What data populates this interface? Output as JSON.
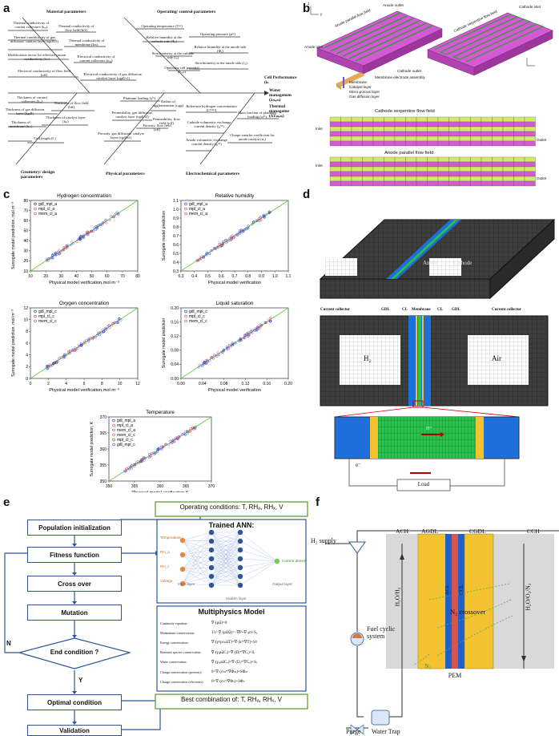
{
  "panel_labels": {
    "a": "a",
    "b": "b",
    "c": "c",
    "d": "d",
    "e": "e",
    "f": "f"
  },
  "fishbone": {
    "cat_material": "Material parameters",
    "cat_operating": "Operating/ control parameters",
    "cat_geometry": "Geometry/ design parameters",
    "cat_physical": "Physical parameters",
    "cat_electro": "Electrochemical parameters",
    "out_cell": "Cell Performance (iₙ",
    "out_water": "Water managemen (λₘₑₘ)",
    "out_thermal": "Thermal manageme (ΔTₘₑₘ)",
    "material": [
      "Thermal conductivity of current collectors (kₐₑ)",
      "Thermal conductivity of flow field (kff)",
      "Thermal conductivity of gas diffusion/ catalyst layer (kgdl/cl)",
      "Thermal conductivity of membrane (kₘ)",
      "Modification factor for effective proton conductivity (fₘ)",
      "Electrical conductivity of current collectors (σₐₑ)",
      "Electrical conductivity of flow field (σff)",
      "Electrical conductivity of gas diffusion/ catalyst layer (σgdl/cl)"
    ],
    "operating": [
      "Operating temperature (Tᵒᵖ)",
      "Operating pressure (pᵒᵖ)",
      "Relative humidity at the cathode side (Φₓ)",
      "Relative humidity at the anode side (Φₐ)",
      "Stoichiometry at the cathode side (ζₓ)",
      "Stoichiometry at the anode side (ζₐ)",
      "Operating cell potential (Eₓₑₗₗ)"
    ],
    "geometry": [
      "Thickness of current collectors (hₐₑ)",
      "Thickness of flow field (hff)",
      "Thickness of gas diffusion layer (hgdl)",
      "Thickness of catalyst layer (hₓₗ)",
      "Thickness of membrane (hₘ)",
      "Cell length (L)"
    ],
    "physical": [
      "Platinum loading (γᴾᵗ)",
      "Radius of agglomeration (rₐgg)",
      "Permeability, gas diffusion/ catalyst layer (κgdl/cl)",
      "Permeability, flow field (κff)",
      "Porosity, flow field (εff)",
      "Porosity, gas diffusion/ catalyst layer (εgdl/cl)"
    ],
    "electro": [
      "Reference hydrogen concentration (Cᴴ²ʳᵉᶠ)",
      "Cathode volumetric exchange current density (jₓʳᵉᶠ)",
      "Anode volumetric exchange current density (jₐʳᵉᶠ)",
      "Mass fraction of platinum loading (ωᴾᵗ)",
      "Charge transfer coefficient for anode catalyst (αₐ)"
    ]
  },
  "panel_b": {
    "anode_outlet": "Anode outlet",
    "cathode_inlet": "Cathode inlet",
    "anode_parallel": "Anode parallel flow field",
    "cathode_serpentine": "Cathode serpentine flow field",
    "anode_inlet": "Anode inlet",
    "cathode_outlet": "Cathode outlet",
    "mea": "Membrane electrode assembly",
    "layers": [
      "Membrane",
      "Catalyst layer",
      "Micro-porous layer",
      "Gas diffusion layer"
    ],
    "axis_y": "y",
    "axis_z": "z",
    "axis_x": "x",
    "grid1_title": "Cathode serpentine flow field",
    "grid2_title": "Anode parallel flow field",
    "inlet": "Inlet",
    "outlet": "Outlet"
  },
  "panel_c": {
    "charts": [
      {
        "title": "Hydrogen concentration",
        "xlabel": "Physical model verification,mol m⁻³",
        "ylabel": "Surrogate model prediction, mol m⁻³",
        "xticks": [
          "10",
          "20",
          "30",
          "40",
          "50",
          "60",
          "70",
          "80"
        ],
        "yticks": [
          "10",
          "20",
          "30",
          "40",
          "50",
          "60",
          "70",
          "80"
        ],
        "legend": [
          "gdl_mpl_a",
          "mpl_cl_a",
          "mem_cl_a"
        ]
      },
      {
        "title": "Relative humidity",
        "xlabel": "Physical model verification",
        "ylabel": "Surrogate model prediction",
        "xticks": [
          "0.3",
          "0.4",
          "0.5",
          "0.6",
          "0.7",
          "0.8",
          "0.9",
          "1.0",
          "1.1"
        ],
        "yticks": [
          "0.3",
          "0.4",
          "0.5",
          "0.6",
          "0.7",
          "0.8",
          "0.9",
          "1.0",
          "1.1"
        ],
        "legend": [
          "gdl_mpl_a",
          "mpl_cl_a",
          "mem_cl_a"
        ]
      },
      {
        "title": "Oxygen concentration",
        "xlabel": "Physical model verification,mol m⁻³",
        "ylabel": "Surrogate model prediction, mol m⁻³",
        "xticks": [
          "0",
          "2",
          "4",
          "6",
          "8",
          "10",
          "12"
        ],
        "yticks": [
          "0",
          "2",
          "4",
          "6",
          "8",
          "10",
          "12"
        ],
        "legend": [
          "gdl_mpl_c",
          "mpl_cl_c",
          "mem_cl_c"
        ]
      },
      {
        "title": "Liquid saturation",
        "xlabel": "Physical model verification",
        "ylabel": "Surrogate model prediction",
        "xticks": [
          "0.00",
          "0.04",
          "0.08",
          "0.12",
          "0.16",
          "0.20"
        ],
        "yticks": [
          "0.00",
          "0.04",
          "0.08",
          "0.12",
          "0.16",
          "0.20"
        ],
        "legend": [
          "gdl_mpl_c",
          "mpl_cl_c",
          "mem_cl_c"
        ]
      },
      {
        "title": "Temperature",
        "xlabel": "Physical model verification,K",
        "ylabel": "Surrogate model prediction, K",
        "xticks": [
          "350",
          "355",
          "360",
          "365",
          "370"
        ],
        "yticks": [
          "350",
          "355",
          "360",
          "365",
          "370"
        ],
        "legend": [
          "gdl_mpl_a",
          "mpl_cl_a",
          "mem_cl_a",
          "mem_cl_c",
          "mpl_cl_c",
          "gdl_mpl_c"
        ]
      }
    ]
  },
  "panel_d": {
    "anode": "Anode",
    "cathode": "Cathode",
    "labels": [
      "Current collector",
      "GDL",
      "CL",
      "Membrane",
      "CL",
      "GDL",
      "Current collector"
    ],
    "h2": "H₂",
    "air": "Air",
    "hplus": "H⁺",
    "eminus": "e⁻",
    "load": "Load"
  },
  "panel_e": {
    "operating": "Operating conditions: T, RHₐ, RHₓ, V",
    "best": "Best combination of: T, RHₐ, RHₓ, V",
    "trained_ann": "Trained ANN:",
    "multiphysics": "Multiphysics Model",
    "steps": [
      "Population initialization",
      "Fitness function",
      "Cross over",
      "Mutation",
      "End condition ?",
      "Optimal condition",
      "Validation"
    ],
    "n": "N",
    "y": "Y",
    "equations": [
      [
        "Continuity equation:",
        "∇·(ρu⃗)=0"
      ],
      [
        "Momentum conservation:",
        "1/ε² ∇·(ρu⃗u⃗)=−∇P+∇·μτ+Sᵤ"
      ],
      [
        "Energy conservation:",
        "∇·(γᴛρcₚu⃗T)=∇·(kᵉᶠᶠ∇T)+Sᴛ"
      ],
      [
        "Reactant species conservation:",
        "∇·(γᵢρu⃗Cᵢ)=∇·(Dᵢᵉᶠᶠ∇Cᵢ)+Sᵢ"
      ],
      [
        "Water conservation:",
        "∇·(γᵥρu⃗Cᵥ)=∇·(Dᵥᵉᶠᶠ∇Cᵥ)+Sᵥ"
      ],
      [
        "Charge conservation (protons):",
        "0=∇·(σₘᵉᶠᶠ∇Φₘ)+SΦₘ"
      ],
      [
        "Charge conservation (electrons):",
        "0=∇·(σₛᵉᶠᶠ∇Φₛ)+SΦₛ"
      ]
    ],
    "ann_inputs": [
      "Temperature",
      "RH_a",
      "RH_c",
      "Voltage"
    ],
    "ann_output": "Current density",
    "ann_layers": [
      "Input layer",
      "Hidden layer",
      "Output layer"
    ]
  },
  "panel_f": {
    "h2_supply": "H₂ supply",
    "ach": "ACH",
    "agdl": "AGDL",
    "cgdl": "CGDL",
    "cch": "CCH",
    "acl": "ACL",
    "ccl": "CCL",
    "h2o_h2": "H₂O/H₂",
    "n2_crossover": "N₂ crossover",
    "h2o_o2_n2": "H₂O/O₂/N₂",
    "n2": "N₂",
    "fuel_cyclic": "Fuel cyclic system",
    "pem": "PEM",
    "purge": "Purge",
    "water_trap": "Water Trap"
  },
  "colors": {
    "accent_blue": "#2f5597",
    "green_line": "#6fcf4f",
    "magenta": "#d45ad4",
    "yellow": "#f2c230",
    "cell_blue": "#1e6fd9"
  }
}
